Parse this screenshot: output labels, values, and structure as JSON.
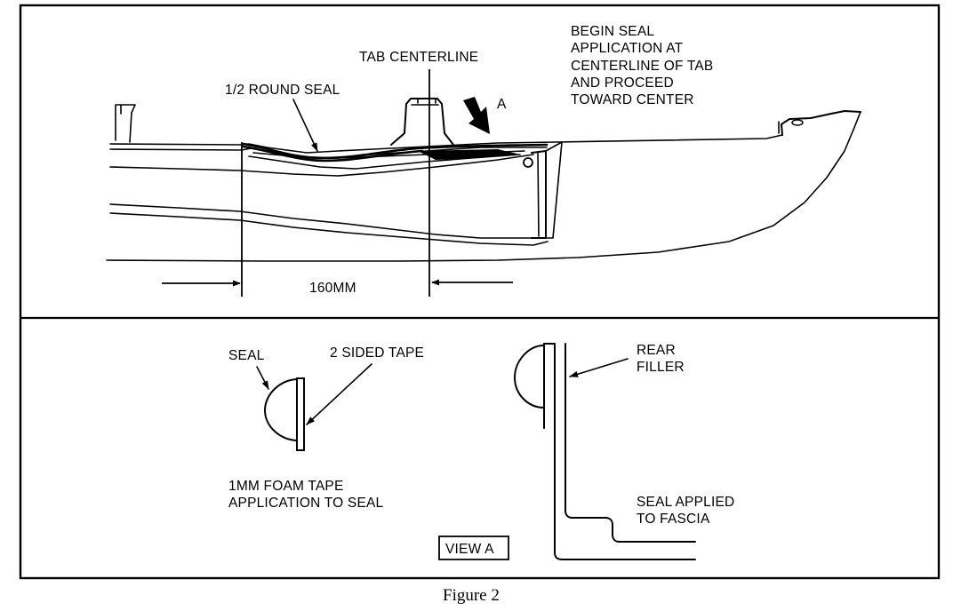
{
  "top_view": {
    "tab_centerline": "TAB CENTERLINE",
    "round_seal": "1/2 ROUND SEAL",
    "view_marker": "A",
    "instruction": [
      "BEGIN SEAL",
      "APPLICATION AT",
      "CENTERLINE OF TAB",
      "AND PROCEED",
      "TOWARD CENTER"
    ],
    "dimension": "160MM"
  },
  "detail_view": {
    "seal": "SEAL",
    "tape": "2 SIDED TAPE",
    "foam_tape": [
      "1MM FOAM TAPE",
      "APPLICATION TO SEAL"
    ],
    "rear_filler": [
      "REAR",
      "FILLER"
    ],
    "seal_applied": [
      "SEAL APPLIED",
      "TO FASCIA"
    ],
    "view_label": "VIEW A"
  },
  "caption": "Figure 2"
}
